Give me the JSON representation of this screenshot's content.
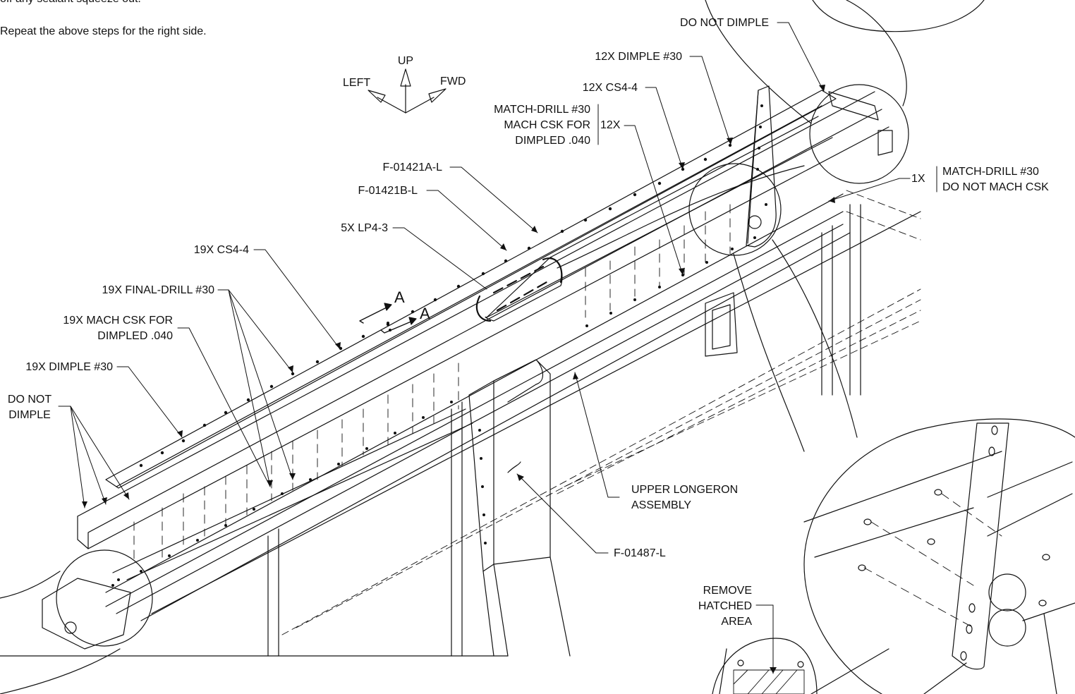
{
  "instructions": {
    "line1": "off any sealant squeeze out.",
    "line2": "Repeat the above steps for the right side."
  },
  "compass": {
    "up": "UP",
    "left": "LEFT",
    "fwd": "FWD"
  },
  "callouts": {
    "do_not_dimple_top": "DO NOT DIMPLE",
    "dimple_12x": "12X DIMPLE #30",
    "cs4_12x": "12X CS4-4",
    "match_drill_group": {
      "line1": "MATCH-DRILL #30",
      "line2": "MACH CSK FOR",
      "line3": "DIMPLED .040",
      "qty": "12X"
    },
    "part_a": "F-01421A-L",
    "part_b": "F-01421B-L",
    "lp4_5x": "5X LP4-3",
    "cs4_19x": "19X CS4-4",
    "final_drill_19x": "19X FINAL-DRILL #30",
    "mach_csk_19x": {
      "line1": "19X MACH CSK FOR",
      "line2": "DIMPLED .040"
    },
    "dimple_19x": "19X DIMPLE #30",
    "do_not_dimple_left": {
      "line1": "DO NOT",
      "line2": "DIMPLE"
    },
    "section_a1": "A",
    "section_a2": "A",
    "match_drill_1x": {
      "qty": "1X",
      "line1": "MATCH-DRILL #30",
      "line2": "DO NOT MACH CSK"
    },
    "upper_longeron": {
      "line1": "UPPER LONGERON",
      "line2": "ASSEMBLY"
    },
    "part_f01487": "F-01487-L",
    "remove_hatched": {
      "line1": "REMOVE",
      "line2": "HATCHED",
      "line3": "AREA"
    }
  }
}
